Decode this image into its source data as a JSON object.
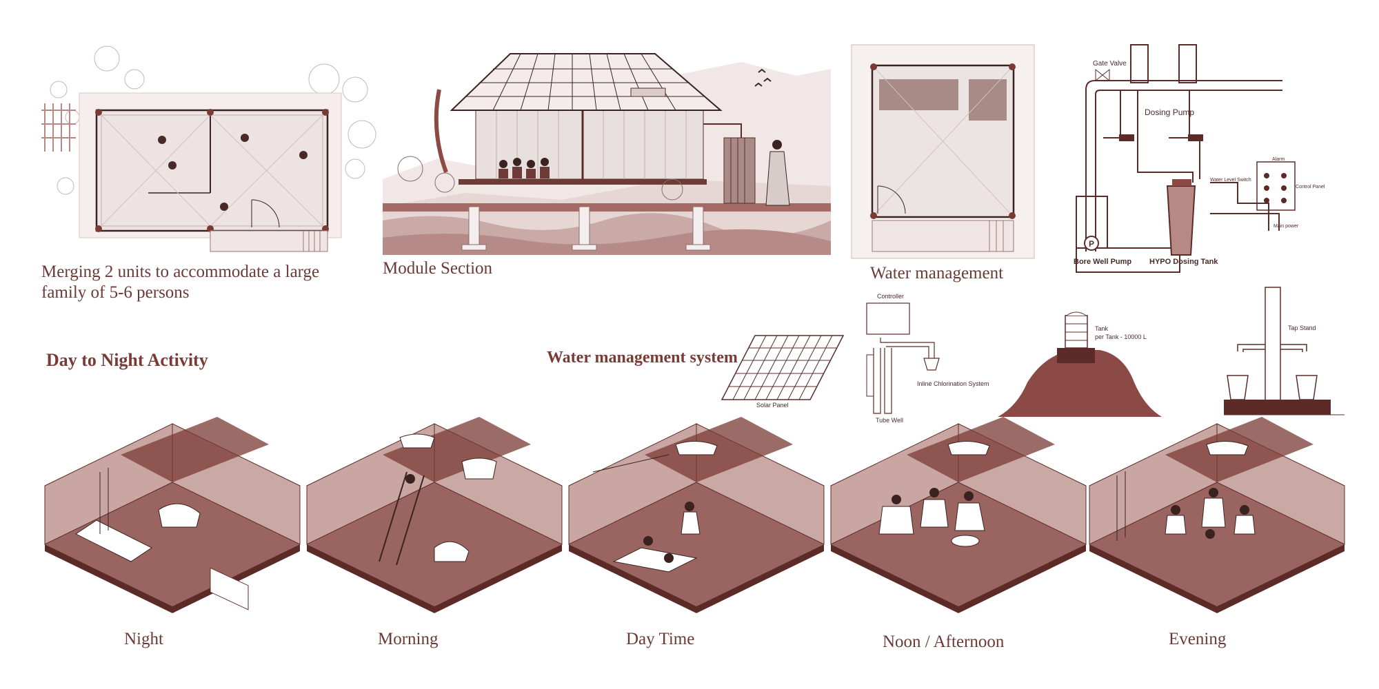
{
  "panels": {
    "merged_plan": {
      "caption_line1": "Merging 2 units to accommodate a large",
      "caption_line2": "family of 5-6 persons"
    },
    "module_section": {
      "caption": "Module Section"
    },
    "water_plan": {
      "caption": "Water management"
    },
    "schematic": {
      "gate_valve": "Gate Valve",
      "dosing_pump": "Dosing Pump",
      "alarm": "Alarm",
      "control_panel": "Control Panel",
      "water_level_switch": "Water Level Switch",
      "main_power": "Main power",
      "bore_well_pump": "Bore Well Pump",
      "hypo_tank": "HYPO Dosing Tank",
      "pump_symbol": "P"
    }
  },
  "activity": {
    "title": "Day to Night Activity",
    "scenes": [
      {
        "label": "Night"
      },
      {
        "label": "Morning"
      },
      {
        "label": "Day Time"
      },
      {
        "label": "Noon / Afternoon"
      },
      {
        "label": "Evening"
      }
    ]
  },
  "water_system": {
    "title": "Water management system",
    "solar_panel": "Solar Panel",
    "controller": "Controller",
    "inline_chlorination": "Inline Chlorination System",
    "tube_well": "Tube Well",
    "tank_line1": "Tank",
    "tank_line2": "per Tank - 10000 L",
    "tap_stand": "Tap Stand"
  },
  "colors": {
    "primary": "#7a3a35",
    "dark": "#5c2b28",
    "fill_light": "#eadcd9",
    "fill_mid": "#b78985",
    "line": "#8b4a45"
  }
}
